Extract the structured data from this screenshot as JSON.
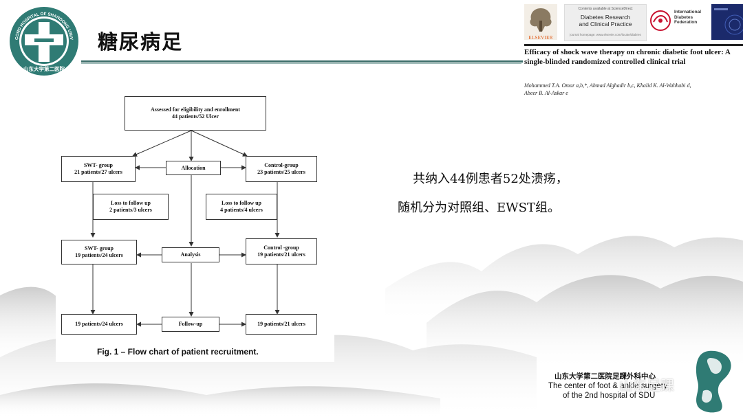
{
  "slide": {
    "title": "糖尿病足",
    "summary": {
      "line1": "共纳入44例患者52处溃疡，",
      "line2": "随机分为对照组、EWST组。"
    }
  },
  "paper": {
    "publisher": "ELSEVIER",
    "available_text": "Contents available at ScienceDirect",
    "journal_line1": "Diabetes Research",
    "journal_line2": "and Clinical Practice",
    "journal_home": "journal homepage: www.elsevier.com/locate/diabres",
    "federation_line1": "International",
    "federation_line2": "Diabetes",
    "federation_line3": "Federation",
    "title": "Efficacy of shock wave therapy on chronic diabetic foot ulcer: A single-blinded randomized controlled clinical trial",
    "authors_line1": "Mohammed T.A. Omar a,b,*, Ahmad Alghadir b,c, Khalid K. Al-Wahhabi d,",
    "authors_line2": "Abeer B. Al-Askar e"
  },
  "flowchart": {
    "enrollment_line1": "Assessed for eligibility and enrollment",
    "enrollment_line2": "44 patients/52 Ulcer",
    "allocation": "Allocation",
    "swt_alloc_line1": "SWT- group",
    "swt_alloc_line2": "21 patients/27 ulcers",
    "ctrl_alloc_line1": "Control-group",
    "ctrl_alloc_line2": "23 patients/25 ulcers",
    "swt_loss_line1": "Loss to follow up",
    "swt_loss_line2": "2 patients/3 ulcers",
    "ctrl_loss_line1": "Loss to follow up",
    "ctrl_loss_line2": "4 patients/4 ulcers",
    "analysis": "Analysis",
    "swt_analysis_line1": "SWT- group",
    "swt_analysis_line2": "19 patients/24 ulcers",
    "ctrl_analysis_line1": "Control -group",
    "ctrl_analysis_line2": "19 patients/21 ulcers",
    "followup": "Follow-up",
    "swt_followup": "19 patients/24 ulcers",
    "ctrl_followup": "19 patients/21 ulcers",
    "caption": "Fig. 1 – Flow chart of patient recruitment."
  },
  "footer": {
    "cn": "山东大学第二医院足踝外科中心",
    "en_line1": "The center of foot & ankle surgery",
    "en_line2": "of the 2nd hospital of SDU",
    "watermark": "山东足踝"
  },
  "logo_text": "THE SECOND HOSPITAL OF SHANDONG UNIVERSITY",
  "logo_text_cn": "山东大学第二医院",
  "colors": {
    "accent": "#3e6f6b",
    "logo_teal": "#2f7b74",
    "elsevier_orange": "#e05a16",
    "idf_red": "#c8102e",
    "cover_blue": "#1b2a6b"
  }
}
